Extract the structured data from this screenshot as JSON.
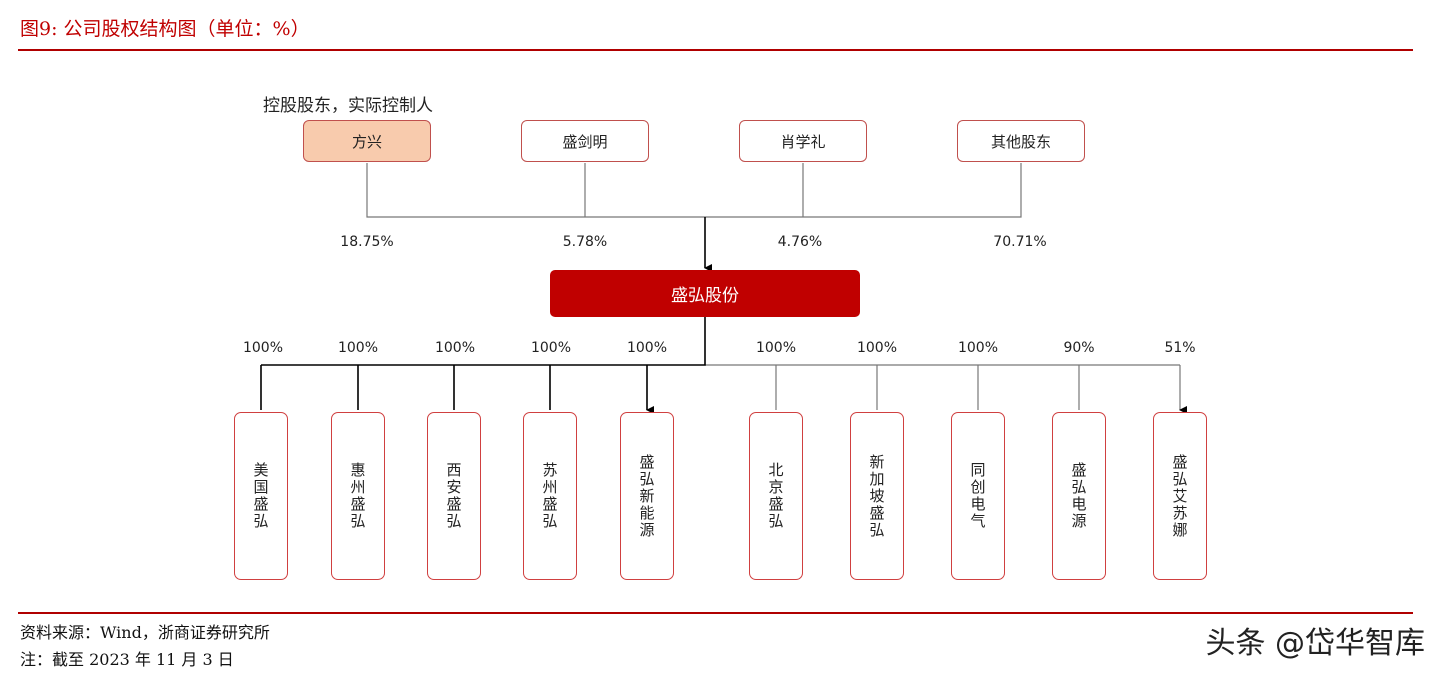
{
  "title": "图9:  公司股权结构图（单位：%）",
  "controller_label": "控股股东，实际控制人",
  "shareholders": [
    {
      "name": "方兴",
      "pct": "18.75%",
      "highlight": true
    },
    {
      "name": "盛剑明",
      "pct": "5.78%"
    },
    {
      "name": "肖学礼",
      "pct": "4.76%"
    },
    {
      "name": "其他股东",
      "pct": "70.71%"
    }
  ],
  "company": "盛弘股份",
  "subsidiaries": [
    {
      "name": "美国盛弘",
      "pct": "100%"
    },
    {
      "name": "惠州盛弘",
      "pct": "100%"
    },
    {
      "name": "西安盛弘",
      "pct": "100%"
    },
    {
      "name": "苏州盛弘",
      "pct": "100%"
    },
    {
      "name": "盛弘新能源",
      "pct": "100%"
    },
    {
      "name": "北京盛弘",
      "pct": "100%"
    },
    {
      "name": "新加坡盛弘",
      "pct": "100%"
    },
    {
      "name": "同创电气",
      "pct": "100%"
    },
    {
      "name": "盛弘电源",
      "pct": "90%"
    },
    {
      "name": "盛弘艾苏娜",
      "pct": "51%"
    }
  ],
  "source": "资料来源：Wind，浙商证券研究所",
  "note": "注：截至 2023 年 11 月 3 日",
  "watermark": "头条 @岱华智库",
  "colors": {
    "accent": "#c00000",
    "highlight_fill": "#f8cbad"
  }
}
